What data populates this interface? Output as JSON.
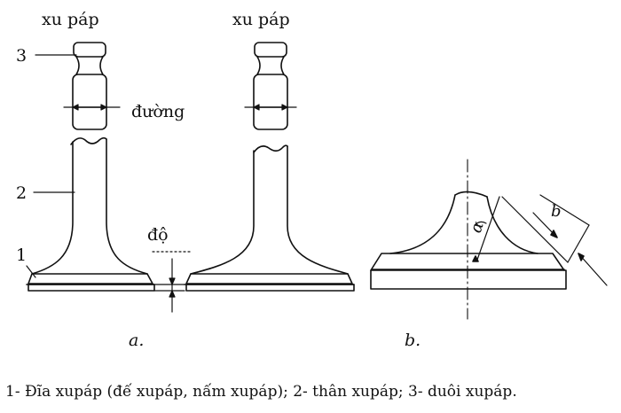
{
  "figure": {
    "label_valve_left": "xu páp",
    "label_valve_right": "xu páp",
    "label_stem_diameter": "đường",
    "label_head_height": "độ",
    "part_numbers": [
      "3",
      "2",
      "1"
    ],
    "sub_label_a": "a.",
    "sub_label_b": "b.",
    "angle_symbol": "α",
    "width_symbol": "b"
  },
  "caption": "1- Đĩa xupáp (đế xupáp, nấm xupáp); 2- thân xupáp; 3- duôi xupáp."
}
